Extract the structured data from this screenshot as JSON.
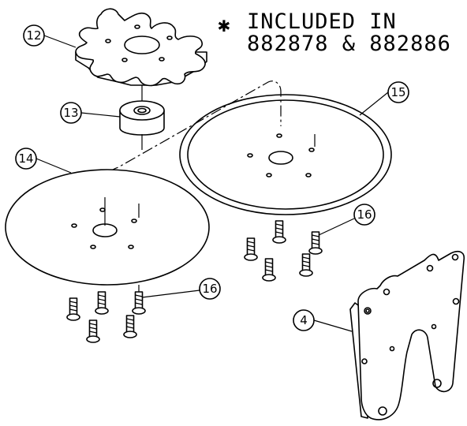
{
  "note": {
    "symbol": "✱",
    "line1": "INCLUDED IN",
    "line2": "882878 & 882886"
  },
  "callouts": [
    {
      "id": "c12",
      "label": "12"
    },
    {
      "id": "c13",
      "label": "13"
    },
    {
      "id": "c14",
      "label": "14"
    },
    {
      "id": "c15",
      "label": "15"
    },
    {
      "id": "c16a",
      "label": "16"
    },
    {
      "id": "c16b",
      "label": "16"
    },
    {
      "id": "c4",
      "label": "4"
    }
  ],
  "colors": {
    "line": "#000000",
    "background": "#ffffff"
  }
}
